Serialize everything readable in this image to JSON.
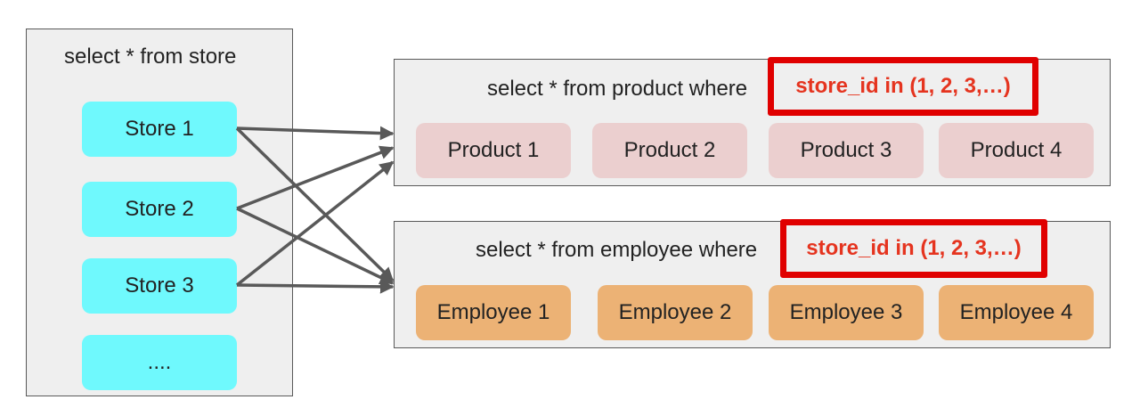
{
  "store_panel": {
    "query": "select * from store",
    "items": [
      {
        "label": "Store 1"
      },
      {
        "label": "Store 2"
      },
      {
        "label": "Store 3"
      },
      {
        "label": "...."
      }
    ]
  },
  "product_panel": {
    "query": "select * from product where",
    "highlight": "store_id in (1, 2, 3,…)",
    "items": [
      {
        "label": "Product 1"
      },
      {
        "label": "Product 2"
      },
      {
        "label": "Product 3"
      },
      {
        "label": "Product 4"
      }
    ]
  },
  "employee_panel": {
    "query": "select * from employee where",
    "highlight": "store_id in (1, 2, 3,…)",
    "items": [
      {
        "label": "Employee 1"
      },
      {
        "label": "Employee 2"
      },
      {
        "label": "Employee 3"
      },
      {
        "label": "Employee 4"
      }
    ]
  },
  "colors": {
    "store": "#6ff9fd",
    "product": "#ebcfcf",
    "employee": "#ecb275",
    "highlight": "#e00000",
    "arrow": "#595959"
  }
}
